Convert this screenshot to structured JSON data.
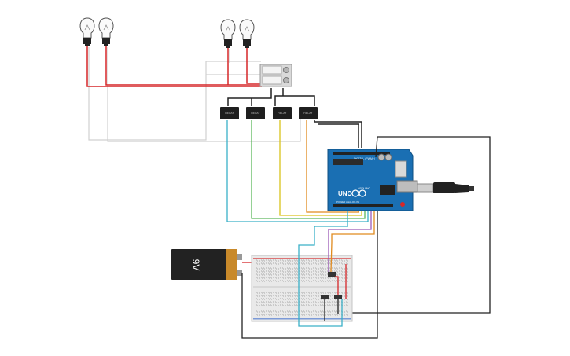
{
  "battery": {
    "label": "9V",
    "body_color": "#222222",
    "cap_color": "#c8892a"
  },
  "arduino": {
    "board_color": "#1a6fb3",
    "brand_text": "UNO",
    "logo_text": "ARDUINO",
    "header_labels": {
      "top": "DIGITAL (PWM~)",
      "bottom": "POWER   ANALOG IN"
    }
  },
  "relays": {
    "count": 4,
    "module_label": "RELAY"
  },
  "bulbs": {
    "count": 4
  },
  "switch_panel": {
    "buttons": 2
  },
  "wire_colors": {
    "red": "#d62728",
    "black": "#222222",
    "cyan": "#3ab0c8",
    "green": "#5cb85c",
    "yellow": "#d9c21a",
    "orange": "#e08a1e",
    "purple": "#9b59b6",
    "grey": "#cfcfcf"
  }
}
